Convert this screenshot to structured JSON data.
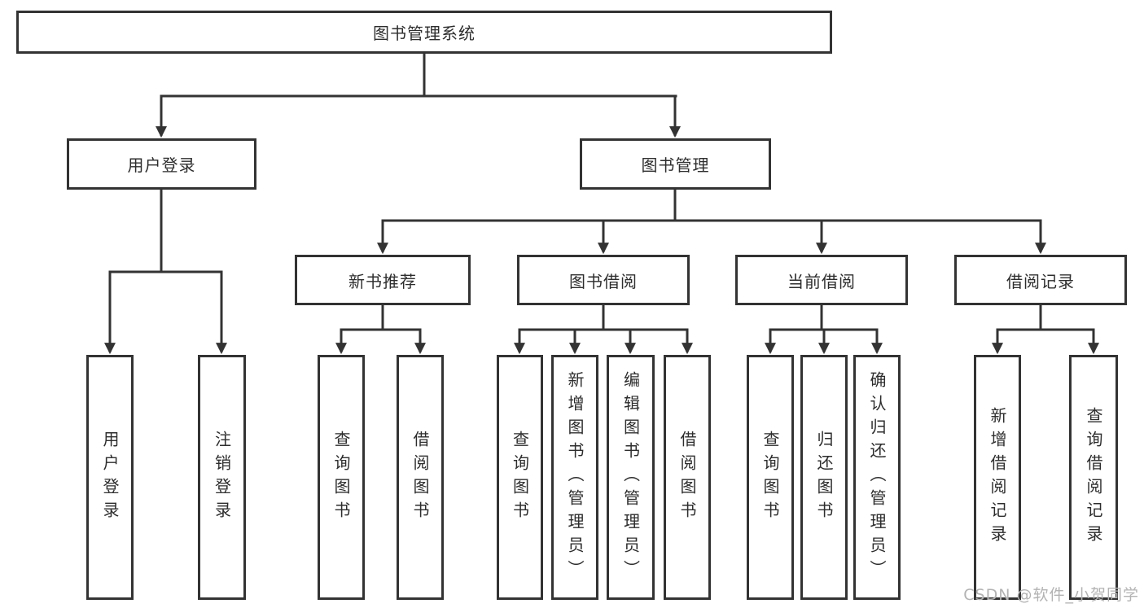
{
  "diagram": {
    "type": "hierarchy-tree",
    "tree": {
      "root": {
        "label": "图书管理系统"
      },
      "children": [
        {
          "label": "用户登录",
          "children": [
            {
              "label": "用户登录"
            },
            {
              "label": "注销登录"
            }
          ]
        },
        {
          "label": "图书管理",
          "children": [
            {
              "label": "新书推荐",
              "children": [
                {
                  "label": "查询图书"
                },
                {
                  "label": "借阅图书"
                }
              ]
            },
            {
              "label": "图书借阅",
              "children": [
                {
                  "label": "查询图书"
                },
                {
                  "label": "新增图书（管理员）"
                },
                {
                  "label": "编辑图书（管理员）"
                },
                {
                  "label": "借阅图书"
                }
              ]
            },
            {
              "label": "当前借阅",
              "children": [
                {
                  "label": "查询图书"
                },
                {
                  "label": "归还图书"
                },
                {
                  "label": "确认归还（管理员）"
                }
              ]
            },
            {
              "label": "借阅记录",
              "children": [
                {
                  "label": "新增借阅记录"
                },
                {
                  "label": "查询借阅记录"
                }
              ]
            }
          ]
        }
      ]
    },
    "colors": {
      "line": "#333333",
      "box_border": "#333333",
      "box_fill": "#ffffff",
      "text": "#2d2d2d",
      "background": "#ffffff",
      "watermark": "#b3b3b3"
    }
  },
  "watermark": {
    "text": "CSDN @软件_小贺同学"
  }
}
